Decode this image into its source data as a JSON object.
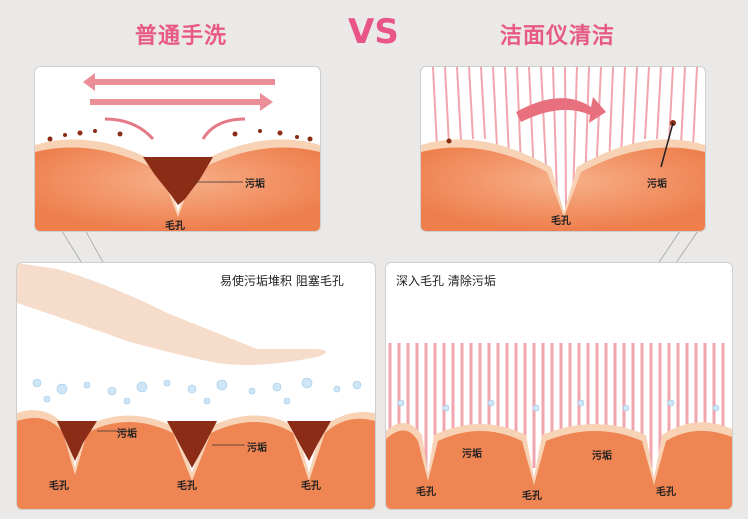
{
  "titles": {
    "left": "普通手洗",
    "vs": "VS",
    "right": "洁面仪清洁"
  },
  "captions": {
    "left": "易使污垢堆积 阻塞毛孔",
    "right": "深入毛孔 清除污垢"
  },
  "labels": {
    "dirt": "污垢",
    "pore": "毛孔"
  },
  "colors": {
    "accent": "#e85a86",
    "skin": "#f28c5c",
    "skin_dark": "#e06a3a",
    "dirt": "#8a2c16",
    "bristle": "#f1a6ae"
  }
}
